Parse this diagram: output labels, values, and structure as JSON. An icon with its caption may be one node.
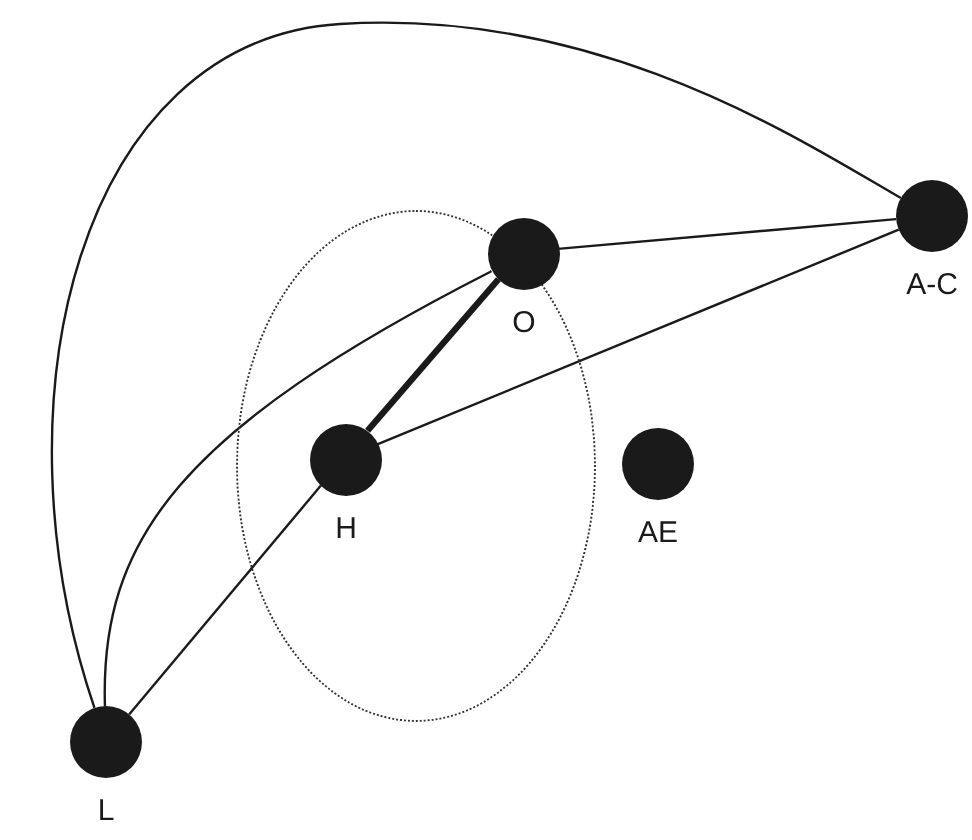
{
  "diagram": {
    "nodes": [
      {
        "text": [],
        "shape": "ellipse"
      },
      {
        "text": [
          "O"
        ],
        "in": 0
      },
      {
        "text": [
          "A-C"
        ]
      },
      {
        "text": [
          "H"
        ],
        "in": 0
      },
      {
        "text": [
          "AE"
        ]
      },
      {
        "text": [
          "L"
        ]
      }
    ],
    "edges": [
      {
        "from": 5,
        "to": 2,
        "arrow": "none"
      },
      {
        "from": 1,
        "to": 2,
        "arrow": "none"
      },
      {
        "from": 3,
        "to": 2,
        "arrow": "none"
      },
      {
        "from": 1,
        "to": 3,
        "arrow": "none",
        "style": "thick"
      },
      {
        "from": 5,
        "to": 1,
        "arrow": "none"
      },
      {
        "from": 5,
        "to": 3,
        "arrow": "none"
      }
    ]
  }
}
